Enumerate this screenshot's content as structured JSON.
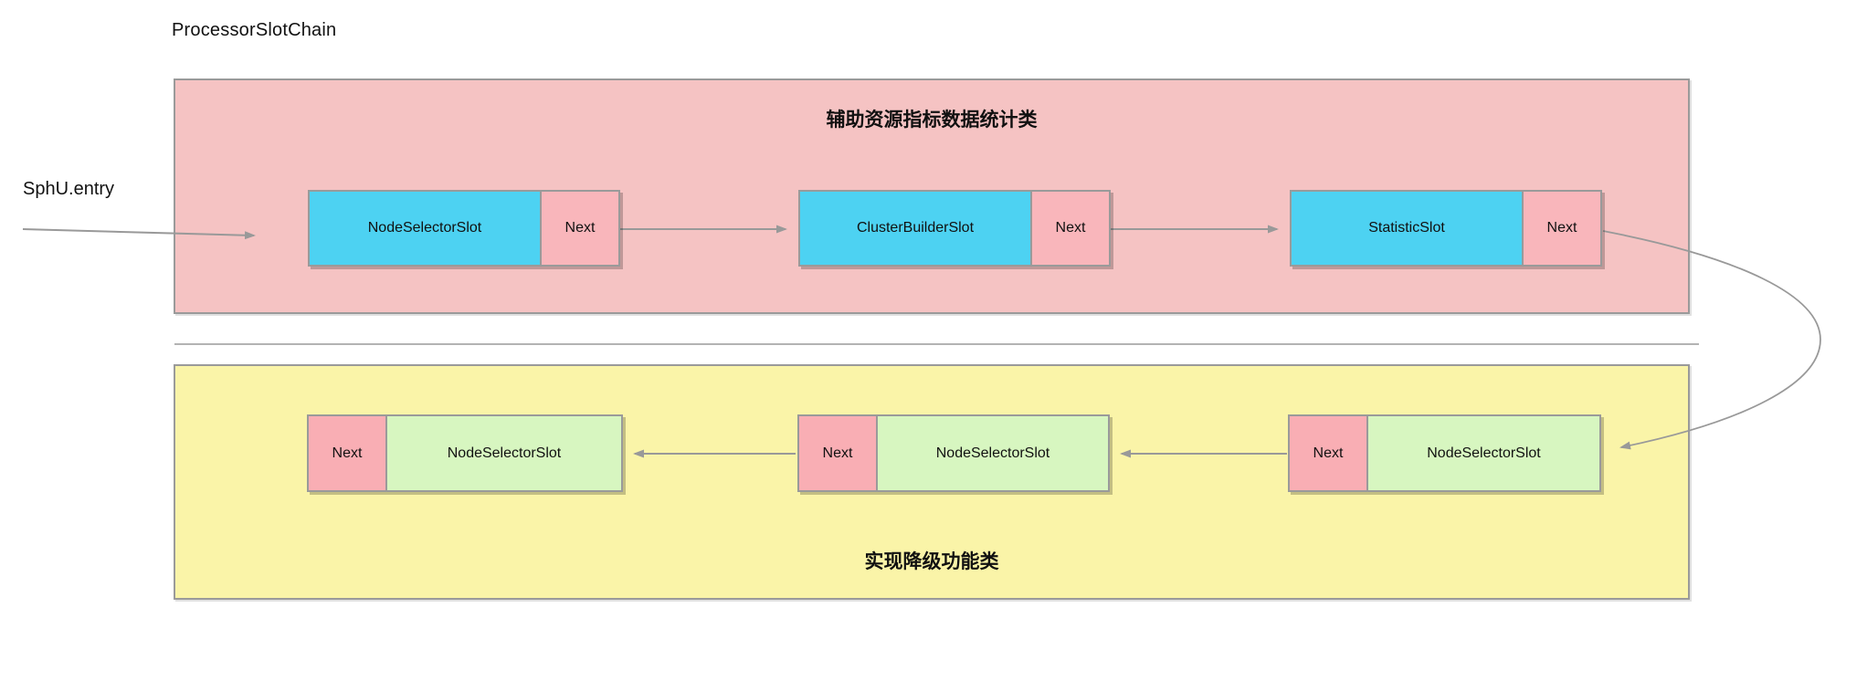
{
  "diagram": {
    "title": "ProcessorSlotChain",
    "entry_label": "SphU.entry",
    "top_region": {
      "label": "辅助资源指标数据统计类",
      "slots": [
        {
          "name": "NodeSelectorSlot",
          "next_label": "Next"
        },
        {
          "name": "ClusterBuilderSlot",
          "next_label": "Next"
        },
        {
          "name": "StatisticSlot",
          "next_label": "Next"
        }
      ]
    },
    "bottom_region": {
      "label": "实现降级功能类",
      "slots": [
        {
          "name": "NodeSelectorSlot",
          "next_label": "Next"
        },
        {
          "name": "NodeSelectorSlot",
          "next_label": "Next"
        },
        {
          "name": "NodeSelectorSlot",
          "next_label": "Next"
        }
      ]
    },
    "colors": {
      "top_region_bg": "#f5c3c3",
      "bottom_region_bg": "#faf4a8",
      "slot_name_top_bg": "#4dd2f2",
      "slot_name_bottom_bg": "#d7f6c0",
      "next_pointer_bg": "#f9aeb4",
      "border_gray": "#9a9a9a",
      "arrow_gray": "#999999",
      "text_color": "#111111"
    }
  }
}
